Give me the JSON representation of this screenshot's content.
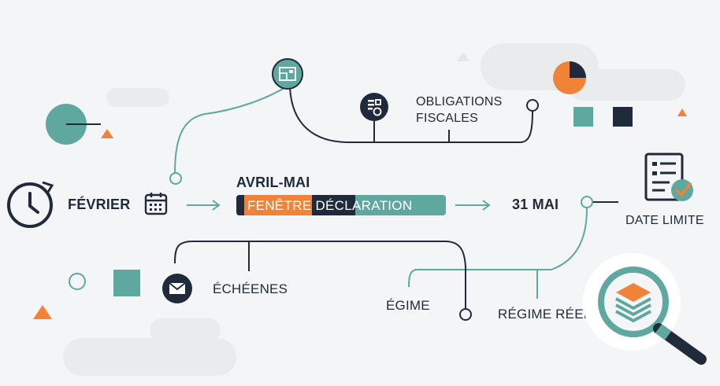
{
  "labels": {
    "fevrier": "FÉVRIER",
    "avril_mai": "AVRIL-MAI",
    "fenetre": "FENÊTRE DÉCLARATION",
    "mai31": "31 MAI",
    "obligations_line1": "OBLIGATIONS",
    "obligations_line2": "FISCALES",
    "date_limite": "DATE LIMITE",
    "echeenes": "ÉCHÉENES",
    "egime": "ÉGIME",
    "regime_reel": "RÉGIME RÉEL"
  },
  "icons": {
    "clock": "clock-icon",
    "calendar": "calendar-icon",
    "blueprint": "blueprint-icon",
    "document_chart": "document-chart-icon",
    "checklist": "checklist-document-icon",
    "envelope": "envelope-icon",
    "magnifier_layers": "magnifying-glass-layers-icon",
    "pie": "pie-chart-icon"
  },
  "colors": {
    "navy": "#1f2b3a",
    "teal": "#5fa8a0",
    "orange": "#f08338",
    "background": "#f4f5f6"
  }
}
